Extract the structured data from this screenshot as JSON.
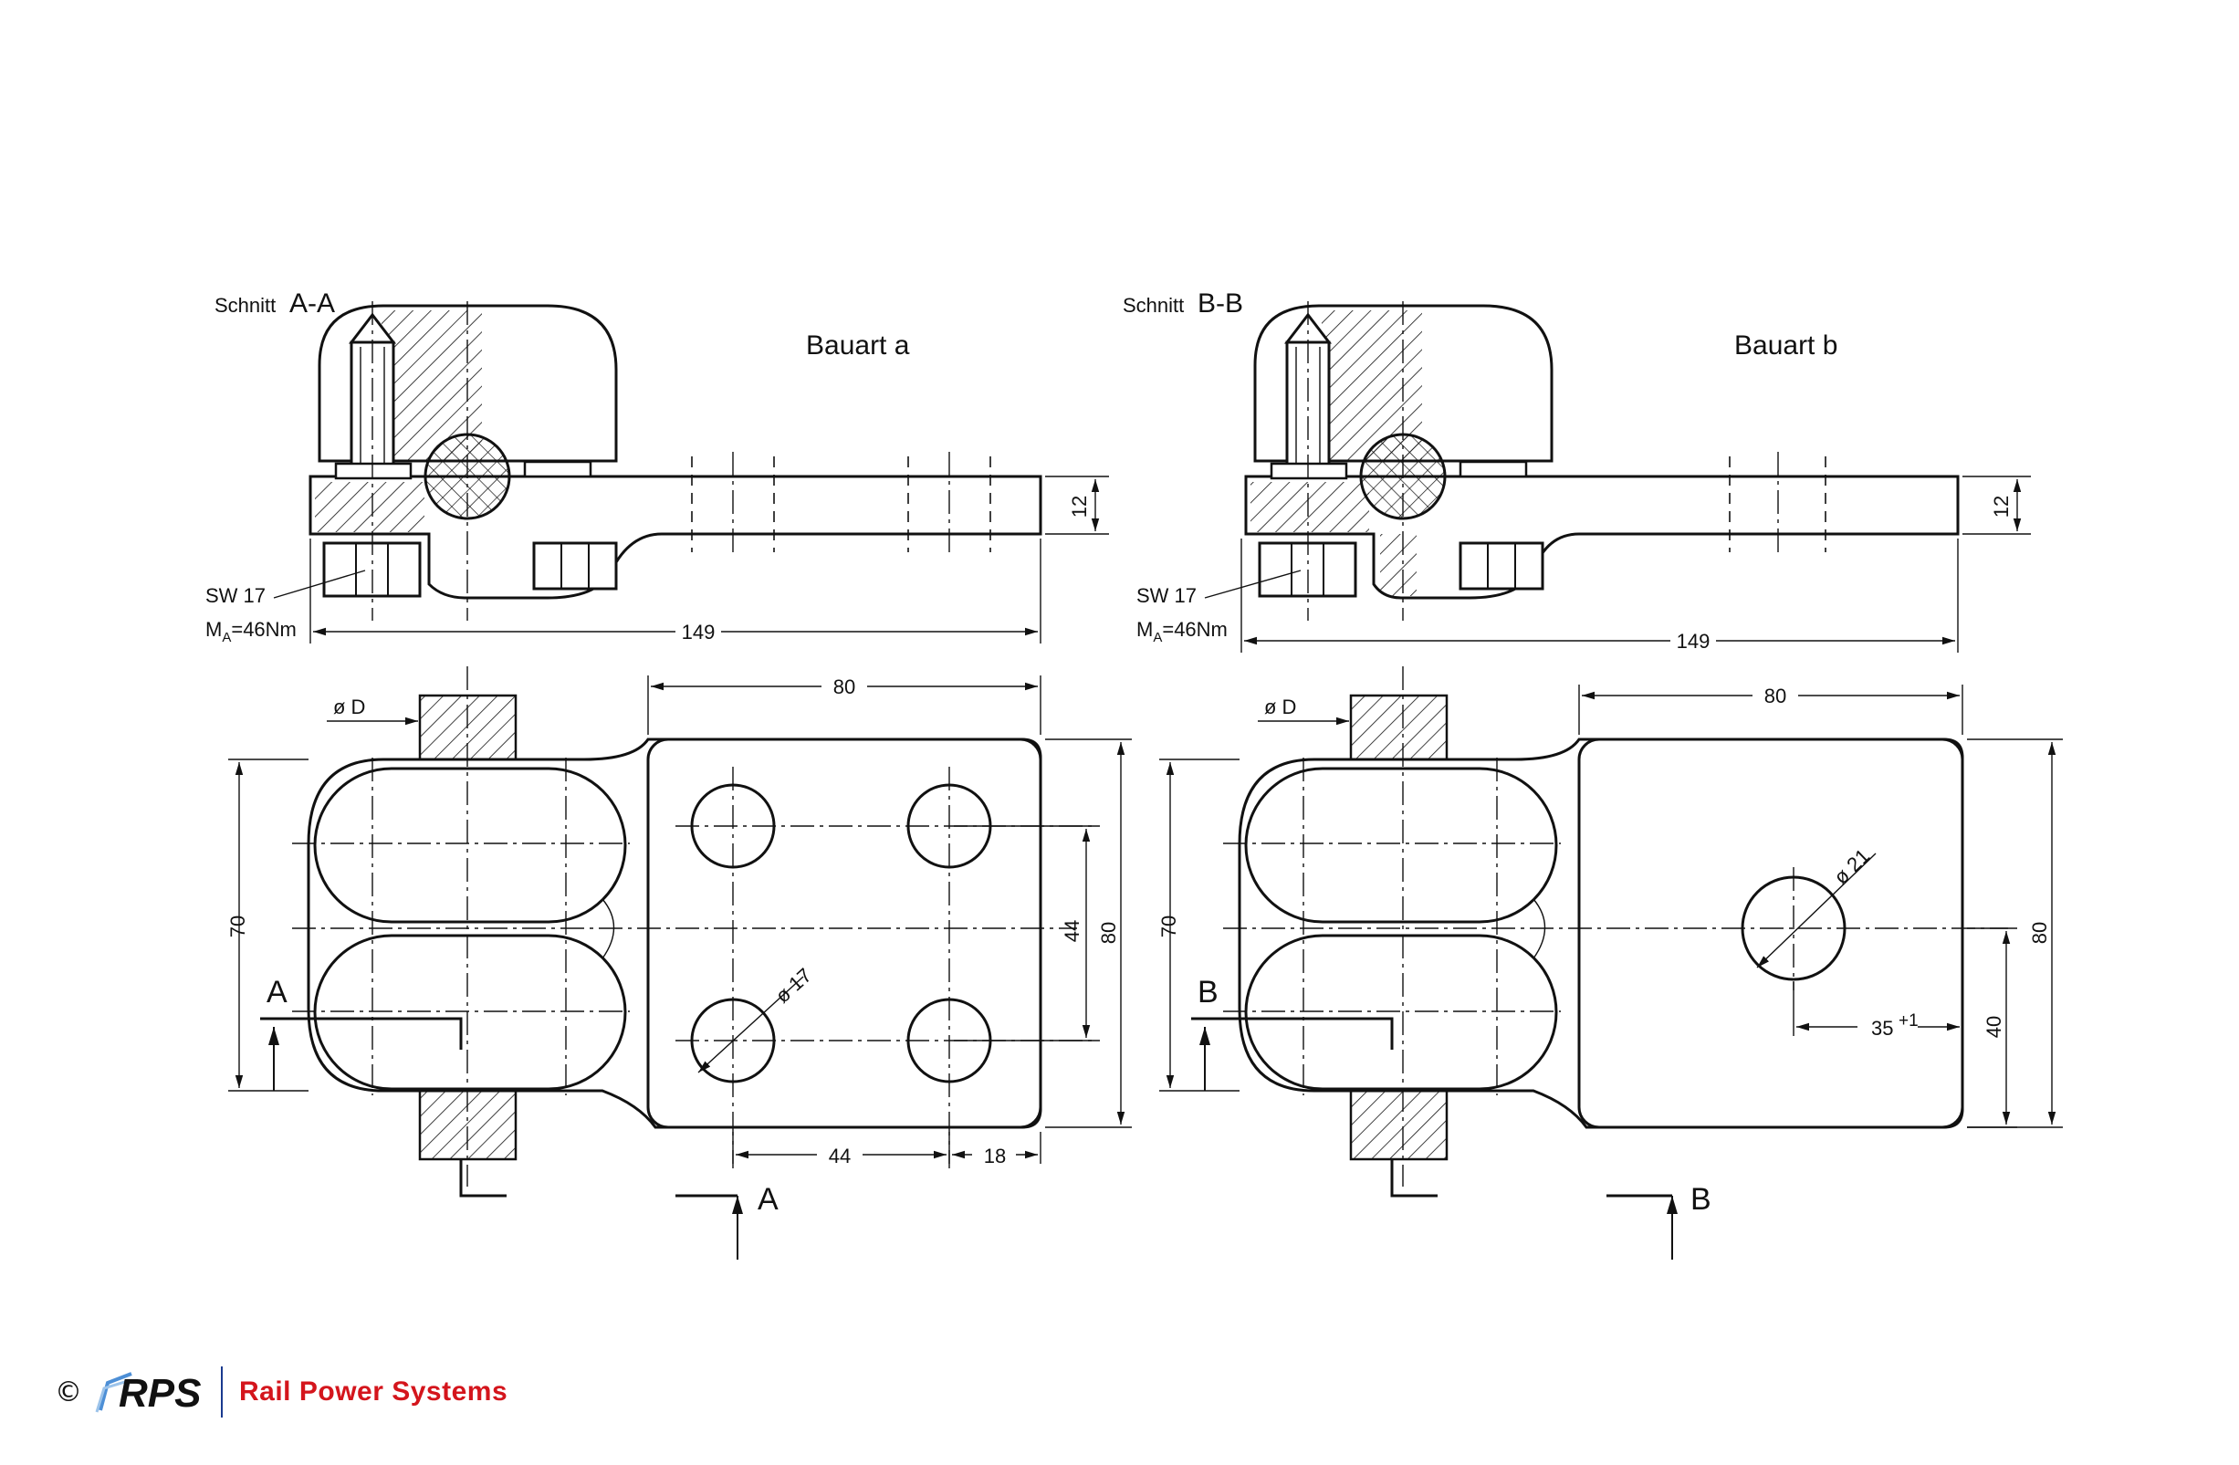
{
  "views": {
    "a": {
      "section_prefix": "Schnitt",
      "section_name": "A-A",
      "title": "Bauart a",
      "sw_label": "SW 17",
      "torque_label": "MA=46Nm",
      "torque_m": "M",
      "torque_sub": "A",
      "torque_rest": "=46Nm",
      "dim_thickness": "12",
      "dim_length": "149",
      "dim_pad_width": "80",
      "dim_diameter_D": "ø D",
      "dim_height_70": "70",
      "dim_height_80": "80",
      "dim_hole_spacing_vert": "44",
      "dim_hole_dia": "ø 17",
      "dim_hole_spacing_horiz": "44",
      "dim_edge_offset": "18",
      "section_marker": "A"
    },
    "b": {
      "section_prefix": "Schnitt",
      "section_name": "B-B",
      "title": "Bauart b",
      "sw_label": "SW 17",
      "torque_label": "MA=46Nm",
      "torque_m": "M",
      "torque_sub": "A",
      "torque_rest": "=46Nm",
      "dim_thickness": "12",
      "dim_length": "149",
      "dim_pad_width": "80",
      "dim_diameter_D": "ø D",
      "dim_height_70": "70",
      "dim_height_80": "80",
      "dim_hole_dia": "ø 21",
      "dim_hole_offset": "35",
      "dim_hole_offset_tol": "+1",
      "dim_hole_height": "40",
      "section_marker": "B"
    }
  },
  "footer": {
    "copyright": "©",
    "logo_text": "RPS",
    "brand": "Rail Power Systems",
    "brand_color": "#d4151c",
    "logo_color": "#1a3a8f"
  }
}
